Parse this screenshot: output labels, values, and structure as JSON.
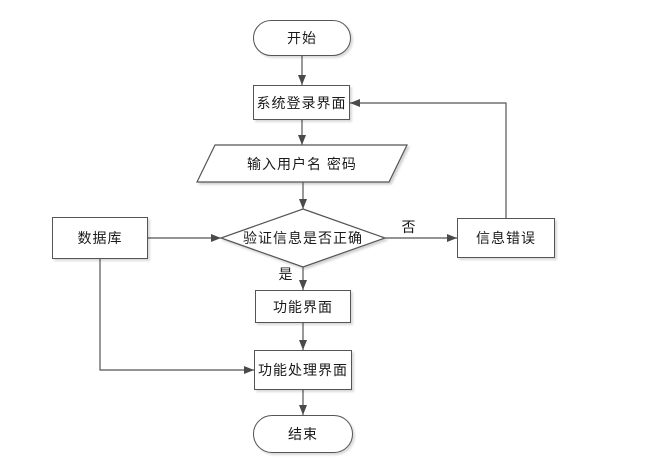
{
  "diagram": {
    "type": "flowchart",
    "nodes": {
      "start": "开始",
      "login": "系统登录界面",
      "input": "输入用户名 密码",
      "decision": "验证信息是否正确",
      "database": "数据库",
      "error": "信息错误",
      "function": "功能界面",
      "process": "功能处理界面",
      "end": "结束"
    },
    "edge_labels": {
      "no": "否",
      "yes": "是"
    },
    "edges": [
      {
        "from": "start",
        "to": "login"
      },
      {
        "from": "login",
        "to": "input"
      },
      {
        "from": "input",
        "to": "decision"
      },
      {
        "from": "database",
        "to": "decision"
      },
      {
        "from": "decision",
        "to": "error",
        "label": "否"
      },
      {
        "from": "decision",
        "to": "function",
        "label": "是"
      },
      {
        "from": "function",
        "to": "process"
      },
      {
        "from": "database",
        "to": "process"
      },
      {
        "from": "error",
        "to": "login"
      },
      {
        "from": "process",
        "to": "end"
      }
    ],
    "colors": {
      "background": "#ffffff",
      "shape_fill": "#ffffff",
      "line": "#555555",
      "text": "#1a1a1a"
    }
  }
}
